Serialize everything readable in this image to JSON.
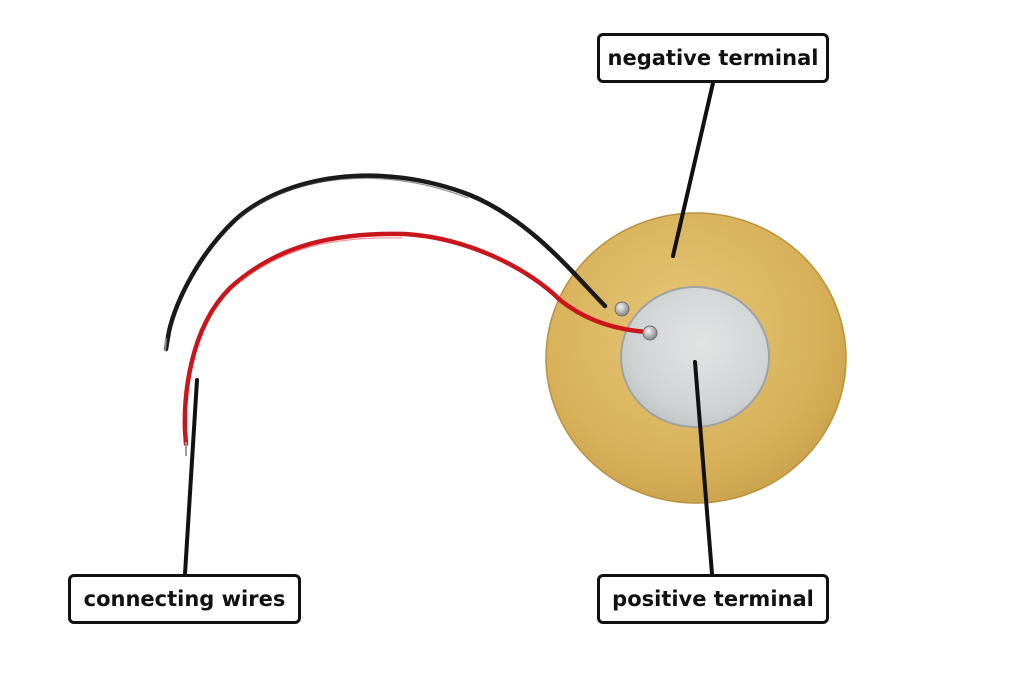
{
  "labels": {
    "negative_terminal": "negative terminal",
    "positive_terminal": "positive terminal",
    "connecting_wires": "connecting wires"
  },
  "colors": {
    "brass_disc": "#d9b45e",
    "ceramic_center": "#c9cccd",
    "red_wire": "#c8161c",
    "black_wire": "#1a1a1a",
    "leader_line": "#111111",
    "label_border": "#111111"
  }
}
